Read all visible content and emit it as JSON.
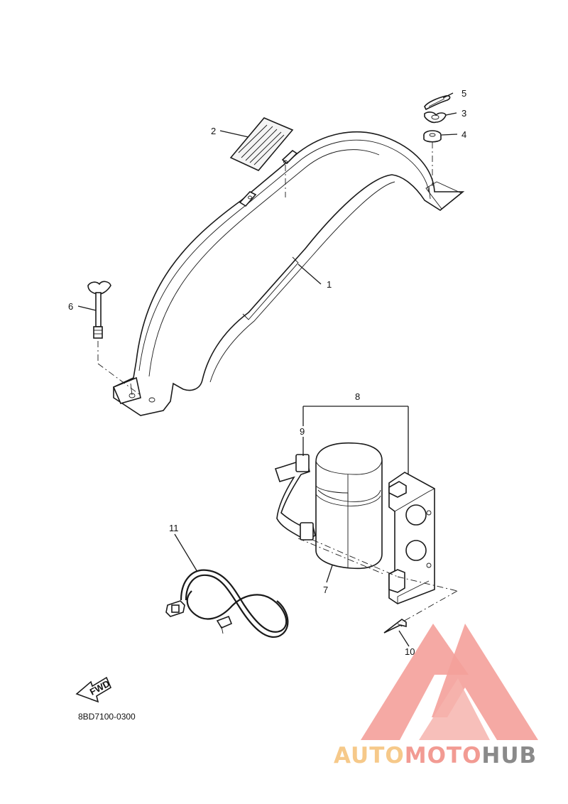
{
  "diagram": {
    "callouts": [
      {
        "id": "c1",
        "text": "1"
      },
      {
        "id": "c2",
        "text": "2"
      },
      {
        "id": "c3",
        "text": "3"
      },
      {
        "id": "c4",
        "text": "4"
      },
      {
        "id": "c5",
        "text": "5"
      },
      {
        "id": "c6",
        "text": "6"
      },
      {
        "id": "c7",
        "text": "7"
      },
      {
        "id": "c8",
        "text": "8"
      },
      {
        "id": "c9",
        "text": "9"
      },
      {
        "id": "c10",
        "text": "10"
      },
      {
        "id": "c11",
        "text": "11"
      }
    ],
    "fwd_label": "FWD",
    "drawing_code": "8BD7100-0300"
  },
  "watermark": {
    "word_part_1": "AUTO",
    "word_part_2": "MOTO",
    "word_part_3": "HUB",
    "colors": {
      "triangle": "#f4a09a",
      "part_1": "#f6c98a",
      "part_2": "#f29b93",
      "part_3": "#8a8a8a"
    }
  }
}
